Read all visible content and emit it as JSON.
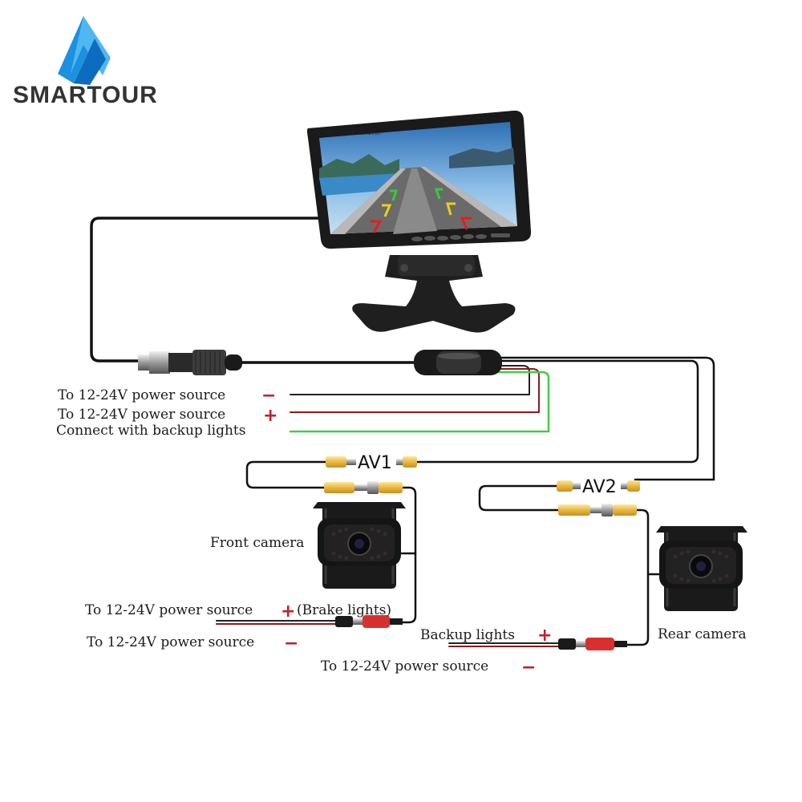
{
  "brand": {
    "name": "SMARTOUR"
  },
  "monitor": {
    "screen_caption": "TFT color monitor"
  },
  "channels": {
    "av1": "AV1",
    "av2": "AV2"
  },
  "labels": {
    "power_neg_main": "To 12-24V power source",
    "power_pos_main": "To 12-24V power source",
    "backup_lights_main": "Connect with backup lights",
    "front_camera": "Front camera",
    "front_power_pos": "To 12-24V power source",
    "front_power_pos_note": "(Brake lights)",
    "front_power_neg": "To 12-24V power source",
    "backup_lights_rear": "Backup lights",
    "rear_power_neg": "To 12-24V power source",
    "rear_camera": "Rear camera"
  },
  "signs": {
    "plus": "+",
    "minus": "−"
  },
  "colors": {
    "brand_blue": "#1e90e0",
    "cable_black": "#111111",
    "cable_red": "#b02020",
    "cable_green": "#44cc44",
    "rca_yellow": "#e8c040",
    "sign_red": "#c0202a"
  }
}
